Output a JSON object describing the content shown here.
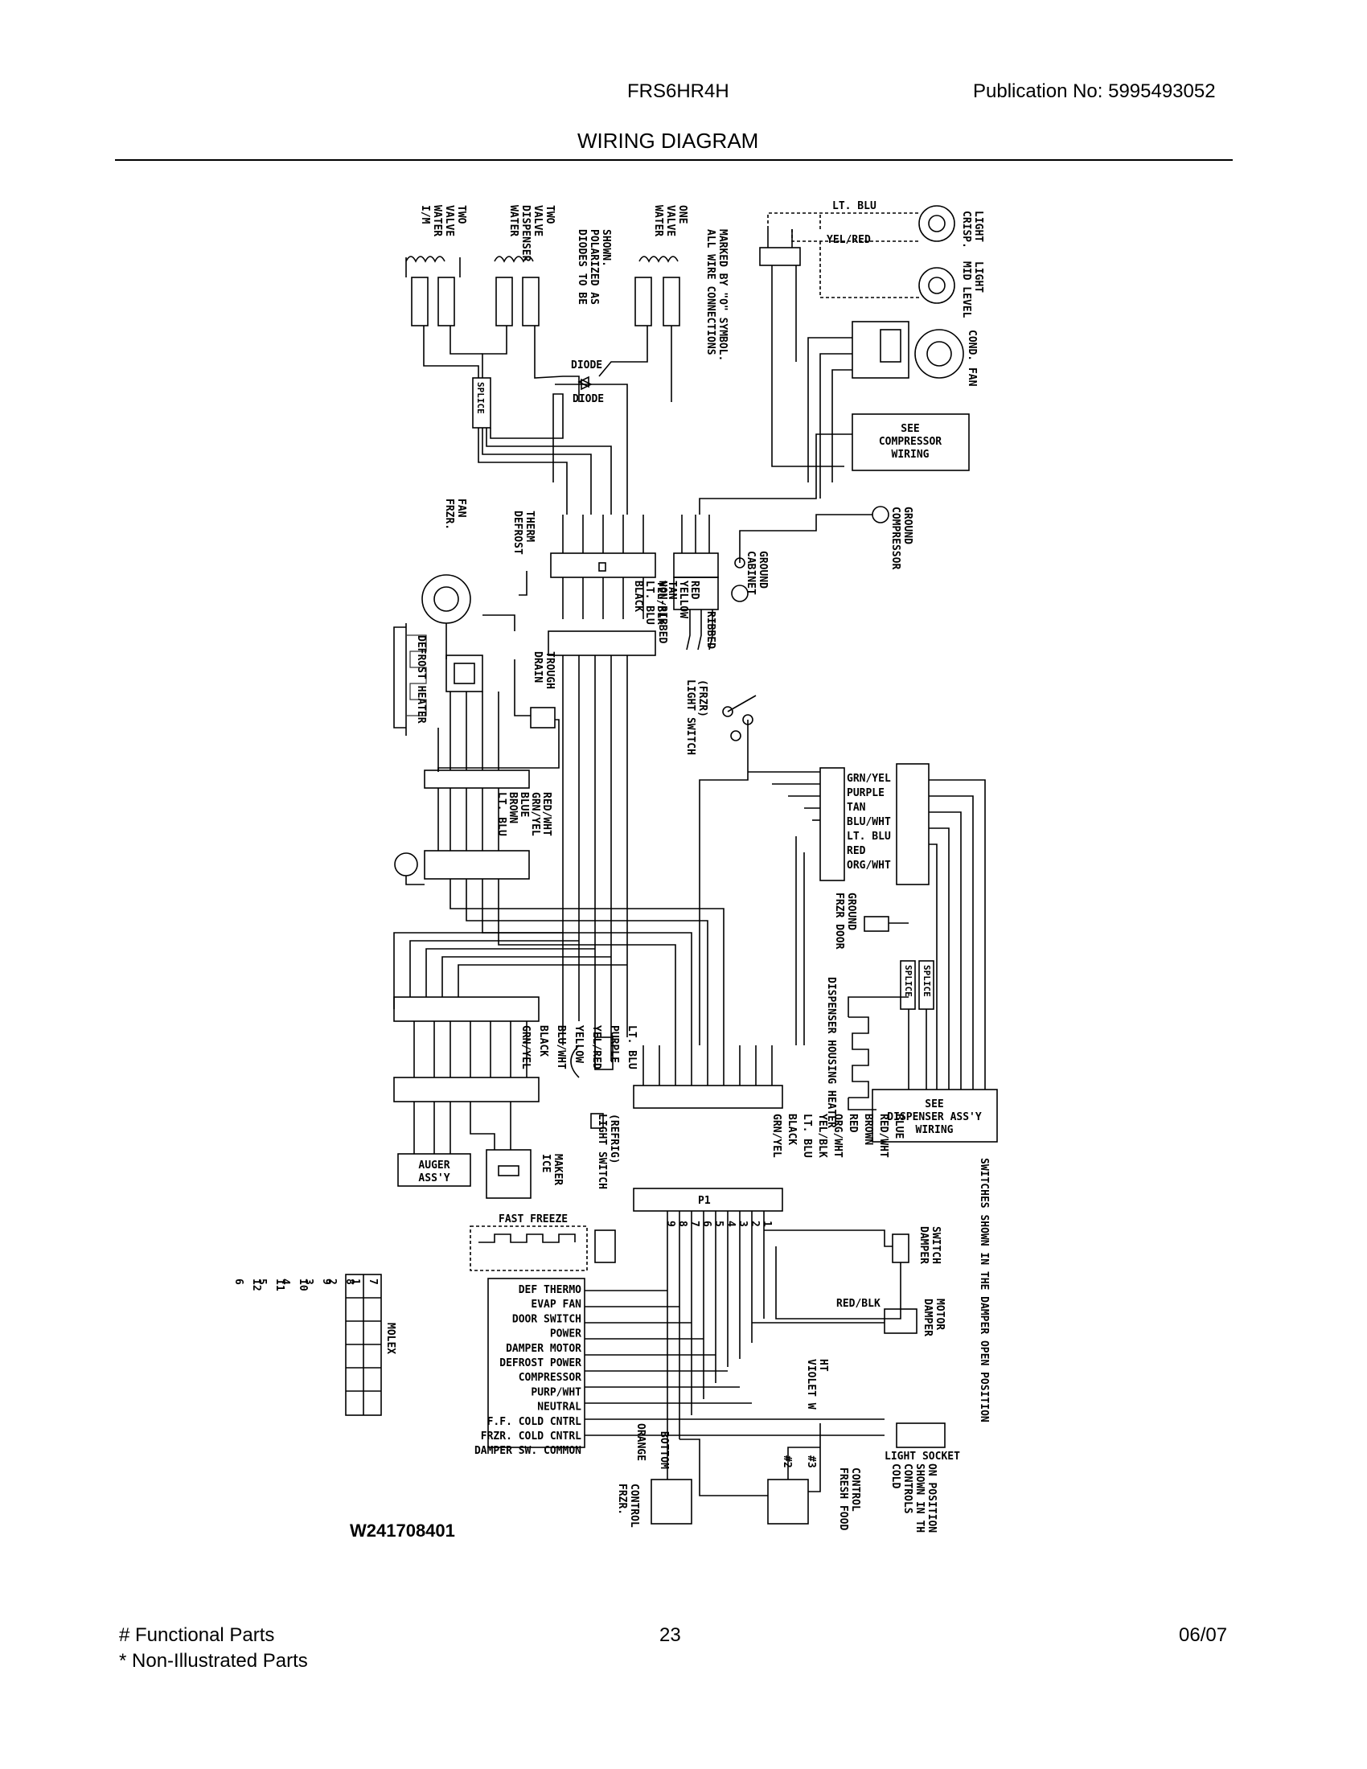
{
  "header": {
    "model": "FRS6HR4H",
    "publication": "Publication No:  5995493052",
    "title": "WIRING DIAGRAM"
  },
  "footer": {
    "functional": "# Functional Parts",
    "non_illustrated": "* Non-Illustrated Parts",
    "page": "23",
    "date": "06/07"
  },
  "drawing_number": "W241708401",
  "labels": {
    "im_valve": [
      "I/M",
      "WATER",
      "VALVE",
      "TWO"
    ],
    "disp_valve": [
      "WATER",
      "DISPENSER",
      "VALVE",
      "TWO"
    ],
    "diodes_note": [
      "DIODES TO BE",
      "POLARIZED AS",
      "SHOWN."
    ],
    "water_valve_one": [
      "WATER",
      "VALVE",
      "ONE"
    ],
    "connections_note": [
      "ALL WIRE CONNECTIONS",
      "MARKED BY \"O\" SYMBOL."
    ],
    "diode": "DIODE",
    "splice": "SPLICE",
    "lt_blu": "LT. BLU",
    "yel_red": "YEL/RED",
    "crisp_light": [
      "CRISP.",
      "LIGHT"
    ],
    "mid_level_light": [
      "MID LEVEL",
      "LIGHT"
    ],
    "cond_fan": "COND. FAN",
    "see_compressor": [
      "SEE",
      "COMPRESSOR",
      "WIRING"
    ],
    "compressor_ground": [
      "COMPRESSOR",
      "GROUND"
    ],
    "frzr_fan": [
      "FRZR.",
      "FAN"
    ],
    "defrost_therm": [
      "DEFROST",
      "THERM"
    ],
    "cabinet_ground": [
      "CABINET",
      "GROUND"
    ],
    "harness1_colors": [
      "BLACK",
      "LT. BLU",
      "YEL/BLK",
      "TAN",
      "YELLOW",
      "RED"
    ],
    "non_ribbed": "NON-RIBBED",
    "ribbed": "RIBBED",
    "defrost_heater": "DEFROST HEATER",
    "drain_trough": [
      "DRAIN",
      "TROUGH"
    ],
    "light_switch_frzr": [
      "LIGHT SWITCH",
      "(FRZR)"
    ],
    "harness2_colors": [
      "LT. BLU",
      "BROWN",
      "BLUE",
      "GRN/YEL",
      "RED/WHT"
    ],
    "door_colors": [
      "GRN/YEL",
      "PURPLE",
      "TAN",
      "BLU/WHT",
      "LT. BLU",
      "RED",
      "ORG/WHT"
    ],
    "frzr_door_ground": [
      "FRZR DOOR",
      "GROUND"
    ],
    "dispenser_heater": "DISPENSER HOUSING HEATER",
    "see_dispenser": [
      "SEE",
      "DISPENSER ASS'Y",
      "WIRING"
    ],
    "harness3_colors": [
      "GRN/YEL",
      "BLACK",
      "BLU/WHT",
      "YELLOW",
      "YEL/RED",
      "PURPLE",
      "LT. BLU"
    ],
    "light_switch_refrig": [
      "LIGHT SWITCH",
      "(REFRIG)"
    ],
    "harness4_colors": [
      "GRN/YEL",
      "BLACK",
      "LT. BLU",
      "YEL/BLK",
      "ORG/WHT",
      "RED",
      "BROWN",
      "RED/WHT",
      "BLUE"
    ],
    "auger": [
      "AUGER",
      "ASS'Y"
    ],
    "ice_maker": [
      "ICE",
      "MAKER"
    ],
    "p1": "P1",
    "p1_pins": [
      "1",
      "2",
      "3",
      "4",
      "5",
      "6",
      "7",
      "8",
      "9"
    ],
    "fast_freeze": "FAST FREEZE",
    "damper_switch": [
      "DAMPER",
      "SWITCH"
    ],
    "switches_note": "SWITCHES SHOWN IN THE DAMPER OPEN POSITION",
    "red_blk": "RED/BLK",
    "damper_motor": [
      "DAMPER",
      "MOTOR"
    ],
    "control_terms": [
      "DEF THERMO",
      "EVAP FAN",
      "DOOR SWITCH",
      "POWER",
      "DAMPER MOTOR",
      "DEFROST POWER",
      "COMPRESSOR",
      "PURP/WHT",
      "NEUTRAL",
      "F.F. COLD CNTRL",
      "FRZR. COLD CNTRL",
      "DAMPER SW. COMMON"
    ],
    "violet_wht": [
      "VIOLET W",
      "HT"
    ],
    "light_socket": "LIGHT SOCKET",
    "orange": "ORANGE",
    "bottom": "BOTTOM",
    "pin2": "#2",
    "pin3": "#3",
    "frzr_control": [
      "FRZR.",
      "CONTROL"
    ],
    "ff_control": [
      "FRESH FOOD",
      "CONTROL"
    ],
    "cold_controls": [
      "COLD",
      "CONTROLS",
      "SHOWN IN TH",
      "ON POSITION"
    ],
    "molex": "MOLEX",
    "molex_top": [
      "7",
      "8",
      "9",
      "10",
      "11",
      "12"
    ],
    "molex_bottom": [
      "1",
      "2",
      "3",
      "4",
      "5",
      "6"
    ]
  }
}
